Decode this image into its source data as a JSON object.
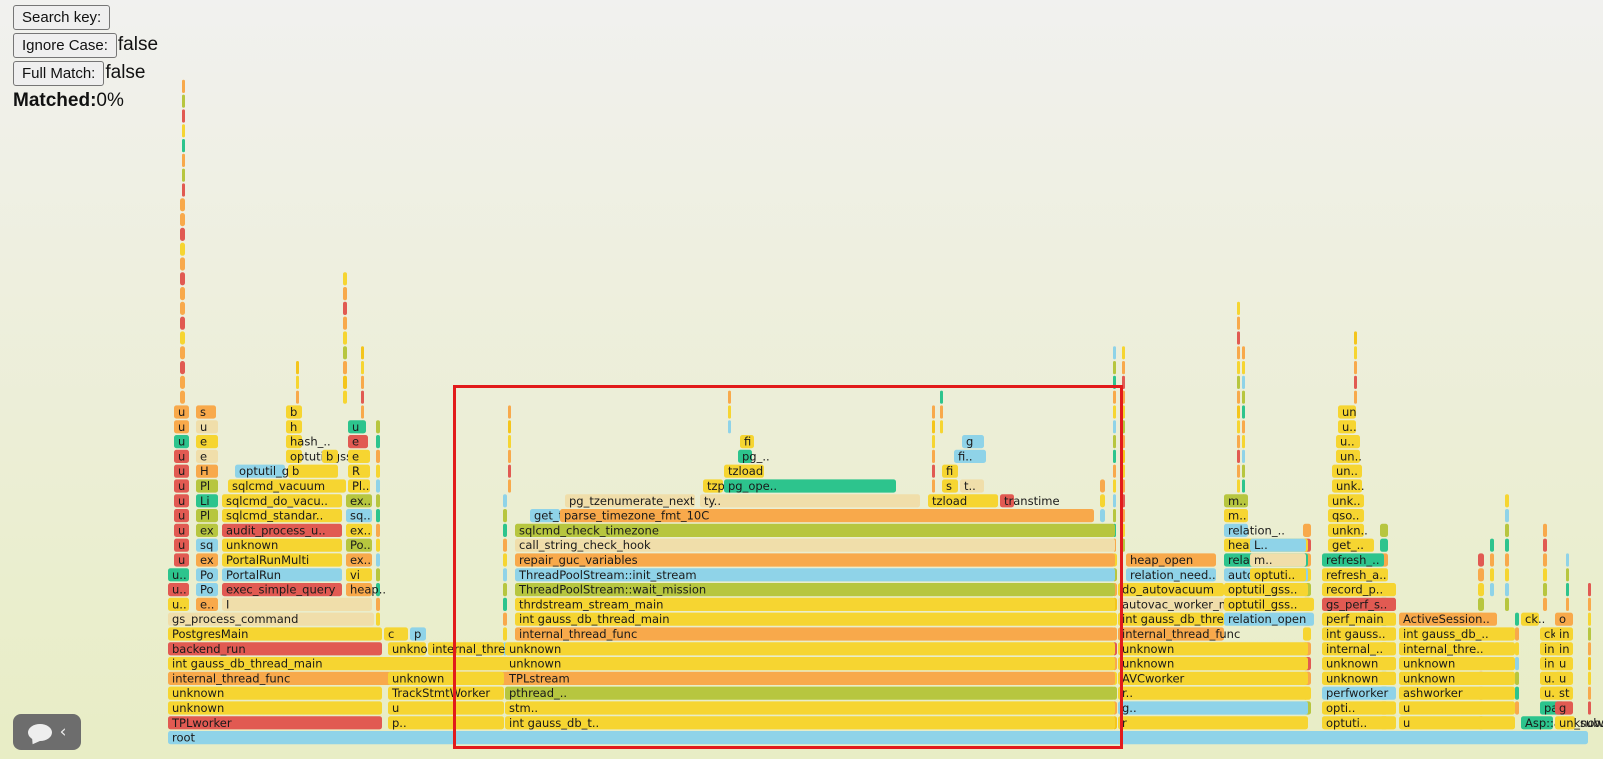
{
  "controls": {
    "search_key_label": "Search key:",
    "ignore_case_label": "Ignore Case:",
    "ignore_case_value": "false",
    "full_match_label": "Full Match:",
    "full_match_value": "false",
    "matched_label": "Matched:",
    "matched_value": "0%"
  },
  "colors": {
    "highlight_box": "#e21b1b",
    "blue": "#8fd3e8",
    "yellow": "#f6d531",
    "orange": "#f8a94b",
    "red": "#e15a52",
    "green": "#2dc48d",
    "olive": "#b7c63f",
    "cream": "#f0deaa",
    "gold": "#f4c51c"
  },
  "flame_frames": [
    {
      "label": "root",
      "color": "blue"
    },
    {
      "label": "TPLworker",
      "color": "red"
    },
    {
      "label": "unknown",
      "color": "yellow"
    },
    {
      "label": "unknown",
      "color": "yellow"
    },
    {
      "label": "internal_thread_func",
      "color": "orange"
    },
    {
      "label": "int gauss_db_thread_main",
      "color": "yellow"
    },
    {
      "label": "backend_run",
      "color": "red"
    },
    {
      "label": "PostgresMain",
      "color": "yellow"
    },
    {
      "label": "gs_process_command",
      "color": "cream"
    },
    {
      "label": "u..",
      "color": "yellow"
    },
    {
      "label": "u..",
      "color": "red"
    },
    {
      "label": "u..",
      "color": "green"
    },
    {
      "label": "u",
      "color": "red"
    },
    {
      "label": "u",
      "color": "red"
    },
    {
      "label": "u",
      "color": "red"
    },
    {
      "label": "u",
      "color": "red"
    },
    {
      "label": "u",
      "color": "red"
    },
    {
      "label": "u",
      "color": "red"
    },
    {
      "label": "u",
      "color": "red"
    },
    {
      "label": "u",
      "color": "red"
    },
    {
      "label": "u",
      "color": "green"
    },
    {
      "label": "u",
      "color": "orange"
    },
    {
      "label": "u",
      "color": "orange"
    },
    {
      "label": "e..",
      "color": "orange"
    },
    {
      "label": "Po",
      "color": "blue"
    },
    {
      "label": "Po",
      "color": "blue"
    },
    {
      "label": "ex",
      "color": "orange"
    },
    {
      "label": "sq",
      "color": "blue"
    },
    {
      "label": "ex",
      "color": "olive"
    },
    {
      "label": "Pl",
      "color": "olive"
    },
    {
      "label": "Li",
      "color": "green"
    },
    {
      "label": "Pl",
      "color": "olive"
    },
    {
      "label": "H",
      "color": "orange"
    },
    {
      "label": "e",
      "color": "cream"
    },
    {
      "label": "e",
      "color": "yellow"
    },
    {
      "label": "u",
      "color": "cream"
    },
    {
      "label": "s",
      "color": "orange"
    },
    {
      "label": "I",
      "color": "cream"
    },
    {
      "label": "exec_simple_query",
      "color": "red"
    },
    {
      "label": "PortalRun",
      "color": "blue"
    },
    {
      "label": "PortalRunMulti",
      "color": "yellow"
    },
    {
      "label": "unknown",
      "color": "yellow"
    },
    {
      "label": "audit_process_u..",
      "color": "red"
    },
    {
      "label": "sqlcmd_standar..",
      "color": "yellow"
    },
    {
      "label": "sqlcmd_do_vacu..",
      "color": "yellow"
    },
    {
      "label": "sqlcmd_vacuum",
      "color": "yellow"
    },
    {
      "label": "optutil_gsstat_..",
      "color": "blue"
    },
    {
      "label": "optutil_gssta..",
      "color": "yellow"
    },
    {
      "label": "hash_..",
      "color": "yellow"
    },
    {
      "label": "h",
      "color": "yellow"
    },
    {
      "label": "b",
      "color": "yellow"
    },
    {
      "label": "b",
      "color": "yellow"
    },
    {
      "label": "b",
      "color": "yellow"
    },
    {
      "label": "heap..",
      "color": "orange"
    },
    {
      "label": "vi",
      "color": "yellow"
    },
    {
      "label": "ex..",
      "color": "orange"
    },
    {
      "label": "Po..",
      "color": "olive"
    },
    {
      "label": "ex..",
      "color": "yellow"
    },
    {
      "label": "sq..",
      "color": "blue"
    },
    {
      "label": "ex..",
      "color": "olive"
    },
    {
      "label": "Pl..",
      "color": "yellow"
    },
    {
      "label": "R",
      "color": "yellow"
    },
    {
      "label": "e",
      "color": "yellow"
    },
    {
      "label": "e",
      "color": "red"
    },
    {
      "label": "u",
      "color": "green"
    },
    {
      "label": "c",
      "color": "yellow"
    },
    {
      "label": "p",
      "color": "blue"
    },
    {
      "label": "p..",
      "color": "yellow"
    },
    {
      "label": "u",
      "color": "yellow"
    },
    {
      "label": "TrackStmtWorker",
      "color": "yellow"
    },
    {
      "label": "unknown",
      "color": "yellow"
    },
    {
      "label": "unknown",
      "color": "yellow"
    },
    {
      "label": "internal_threa..",
      "color": "yellow"
    },
    {
      "label": "int gauss_db_t..",
      "color": "yellow"
    },
    {
      "label": "stm..",
      "color": "yellow"
    },
    {
      "label": "pthread_..",
      "color": "olive"
    },
    {
      "label": "TPLstream",
      "color": "orange"
    },
    {
      "label": "unknown",
      "color": "yellow"
    },
    {
      "label": "unknown",
      "color": "yellow"
    },
    {
      "label": "internal_thread_func",
      "color": "orange"
    },
    {
      "label": "int gauss_db_thread_main",
      "color": "yellow"
    },
    {
      "label": "thrdstream_stream_main",
      "color": "yellow"
    },
    {
      "label": "ThreadPoolStream::wait_mission",
      "color": "olive"
    },
    {
      "label": "ThreadPoolStream::init_stream",
      "color": "blue"
    },
    {
      "label": "repair_guc_variables",
      "color": "orange"
    },
    {
      "label": "call_string_check_hook",
      "color": "cream"
    },
    {
      "label": "sqlcmd_check_timezone",
      "color": "olive"
    },
    {
      "label": "get_timezone_extra_V10",
      "color": "blue"
    },
    {
      "label": "parse_timezone_fmt_10C",
      "color": "orange"
    },
    {
      "label": "pg_tzenumerate_next",
      "color": "cream"
    },
    {
      "label": "ty..",
      "color": "cream"
    },
    {
      "label": "tzload",
      "color": "yellow"
    },
    {
      "label": "transtime",
      "color": "red"
    },
    {
      "label": "tzparse",
      "color": "yellow"
    },
    {
      "label": "pg_ope..",
      "color": "green"
    },
    {
      "label": "s",
      "color": "yellow"
    },
    {
      "label": "t..",
      "color": "cream"
    },
    {
      "label": "tzload",
      "color": "yellow"
    },
    {
      "label": "fi",
      "color": "yellow"
    },
    {
      "label": "fi..",
      "color": "blue"
    },
    {
      "label": "pg_..",
      "color": "green"
    },
    {
      "label": "fi",
      "color": "yellow"
    },
    {
      "label": "g",
      "color": "blue"
    },
    {
      "label": "r",
      "color": "yellow"
    },
    {
      "label": "g..",
      "color": "blue"
    },
    {
      "label": "r..",
      "color": "yellow"
    },
    {
      "label": "AVCworker",
      "color": "yellow"
    },
    {
      "label": "unknown",
      "color": "yellow"
    },
    {
      "label": "unknown",
      "color": "yellow"
    },
    {
      "label": "internal_thread_func",
      "color": "orange"
    },
    {
      "label": "int gauss_db_thread_main",
      "color": "yellow"
    },
    {
      "label": "autovac_worker_main",
      "color": "cream"
    },
    {
      "label": "do_autovacuum",
      "color": "yellow"
    },
    {
      "label": "relation_need..",
      "color": "blue"
    },
    {
      "label": "heap_open",
      "color": "orange"
    },
    {
      "label": "relation_open",
      "color": "blue"
    },
    {
      "label": "optutil_gss..",
      "color": "yellow"
    },
    {
      "label": "optutil_gss..",
      "color": "yellow"
    },
    {
      "label": "autovacuum..",
      "color": "blue"
    },
    {
      "label": "relation_n..",
      "color": "green"
    },
    {
      "label": "heap_open",
      "color": "yellow"
    },
    {
      "label": "relation_..",
      "color": "blue"
    },
    {
      "label": "m..",
      "color": "yellow"
    },
    {
      "label": "m..",
      "color": "olive"
    },
    {
      "label": "L..",
      "color": "blue"
    },
    {
      "label": "m..",
      "color": "cream"
    },
    {
      "label": "optuti..",
      "color": "yellow"
    },
    {
      "label": "optuti..",
      "color": "yellow"
    },
    {
      "label": "opti..",
      "color": "yellow"
    },
    {
      "label": "perfworker",
      "color": "blue"
    },
    {
      "label": "unknown",
      "color": "yellow"
    },
    {
      "label": "unknown",
      "color": "yellow"
    },
    {
      "label": "internal_..",
      "color": "yellow"
    },
    {
      "label": "int gauss..",
      "color": "yellow"
    },
    {
      "label": "perf_main",
      "color": "yellow"
    },
    {
      "label": "gs_perf_s..",
      "color": "red"
    },
    {
      "label": "record_p..",
      "color": "yellow"
    },
    {
      "label": "refresh_a..",
      "color": "yellow"
    },
    {
      "label": "refresh_..",
      "color": "green"
    },
    {
      "label": "get_..",
      "color": "yellow"
    },
    {
      "label": "unkn..",
      "color": "yellow"
    },
    {
      "label": "qso..",
      "color": "yellow"
    },
    {
      "label": "unk..",
      "color": "yellow"
    },
    {
      "label": "unk..",
      "color": "yellow"
    },
    {
      "label": "un..",
      "color": "yellow"
    },
    {
      "label": "un..",
      "color": "yellow"
    },
    {
      "label": "u..",
      "color": "yellow"
    },
    {
      "label": "u..",
      "color": "yellow"
    },
    {
      "label": "un",
      "color": "yellow"
    },
    {
      "label": "u",
      "color": "yellow"
    },
    {
      "label": "u",
      "color": "yellow"
    },
    {
      "label": "ashworker",
      "color": "yellow"
    },
    {
      "label": "unknown",
      "color": "yellow"
    },
    {
      "label": "unknown",
      "color": "yellow"
    },
    {
      "label": "internal_thre..",
      "color": "yellow"
    },
    {
      "label": "int gauss_db_..",
      "color": "yellow"
    },
    {
      "label": "ActiveSession..",
      "color": "orange"
    },
    {
      "label": "Asp::asp_sub..",
      "color": "green"
    },
    {
      "label": "unknown",
      "color": "yellow"
    },
    {
      "label": "pa..",
      "color": "green"
    },
    {
      "label": "u..",
      "color": "yellow"
    },
    {
      "label": "u..",
      "color": "yellow"
    },
    {
      "label": "in..",
      "color": "yellow"
    },
    {
      "label": "in..",
      "color": "yellow"
    },
    {
      "label": "ck..",
      "color": "yellow"
    },
    {
      "label": "ck..",
      "color": "yellow"
    },
    {
      "label": "g",
      "color": "red"
    },
    {
      "label": "st",
      "color": "yellow"
    },
    {
      "label": "u",
      "color": "yellow"
    },
    {
      "label": "u",
      "color": "yellow"
    },
    {
      "label": "in",
      "color": "yellow"
    },
    {
      "label": "in",
      "color": "yellow"
    },
    {
      "label": "o",
      "color": "orange"
    },
    {
      "label": "o",
      "color": "red"
    },
    {
      "label": "o",
      "color": "yellow"
    }
  ]
}
